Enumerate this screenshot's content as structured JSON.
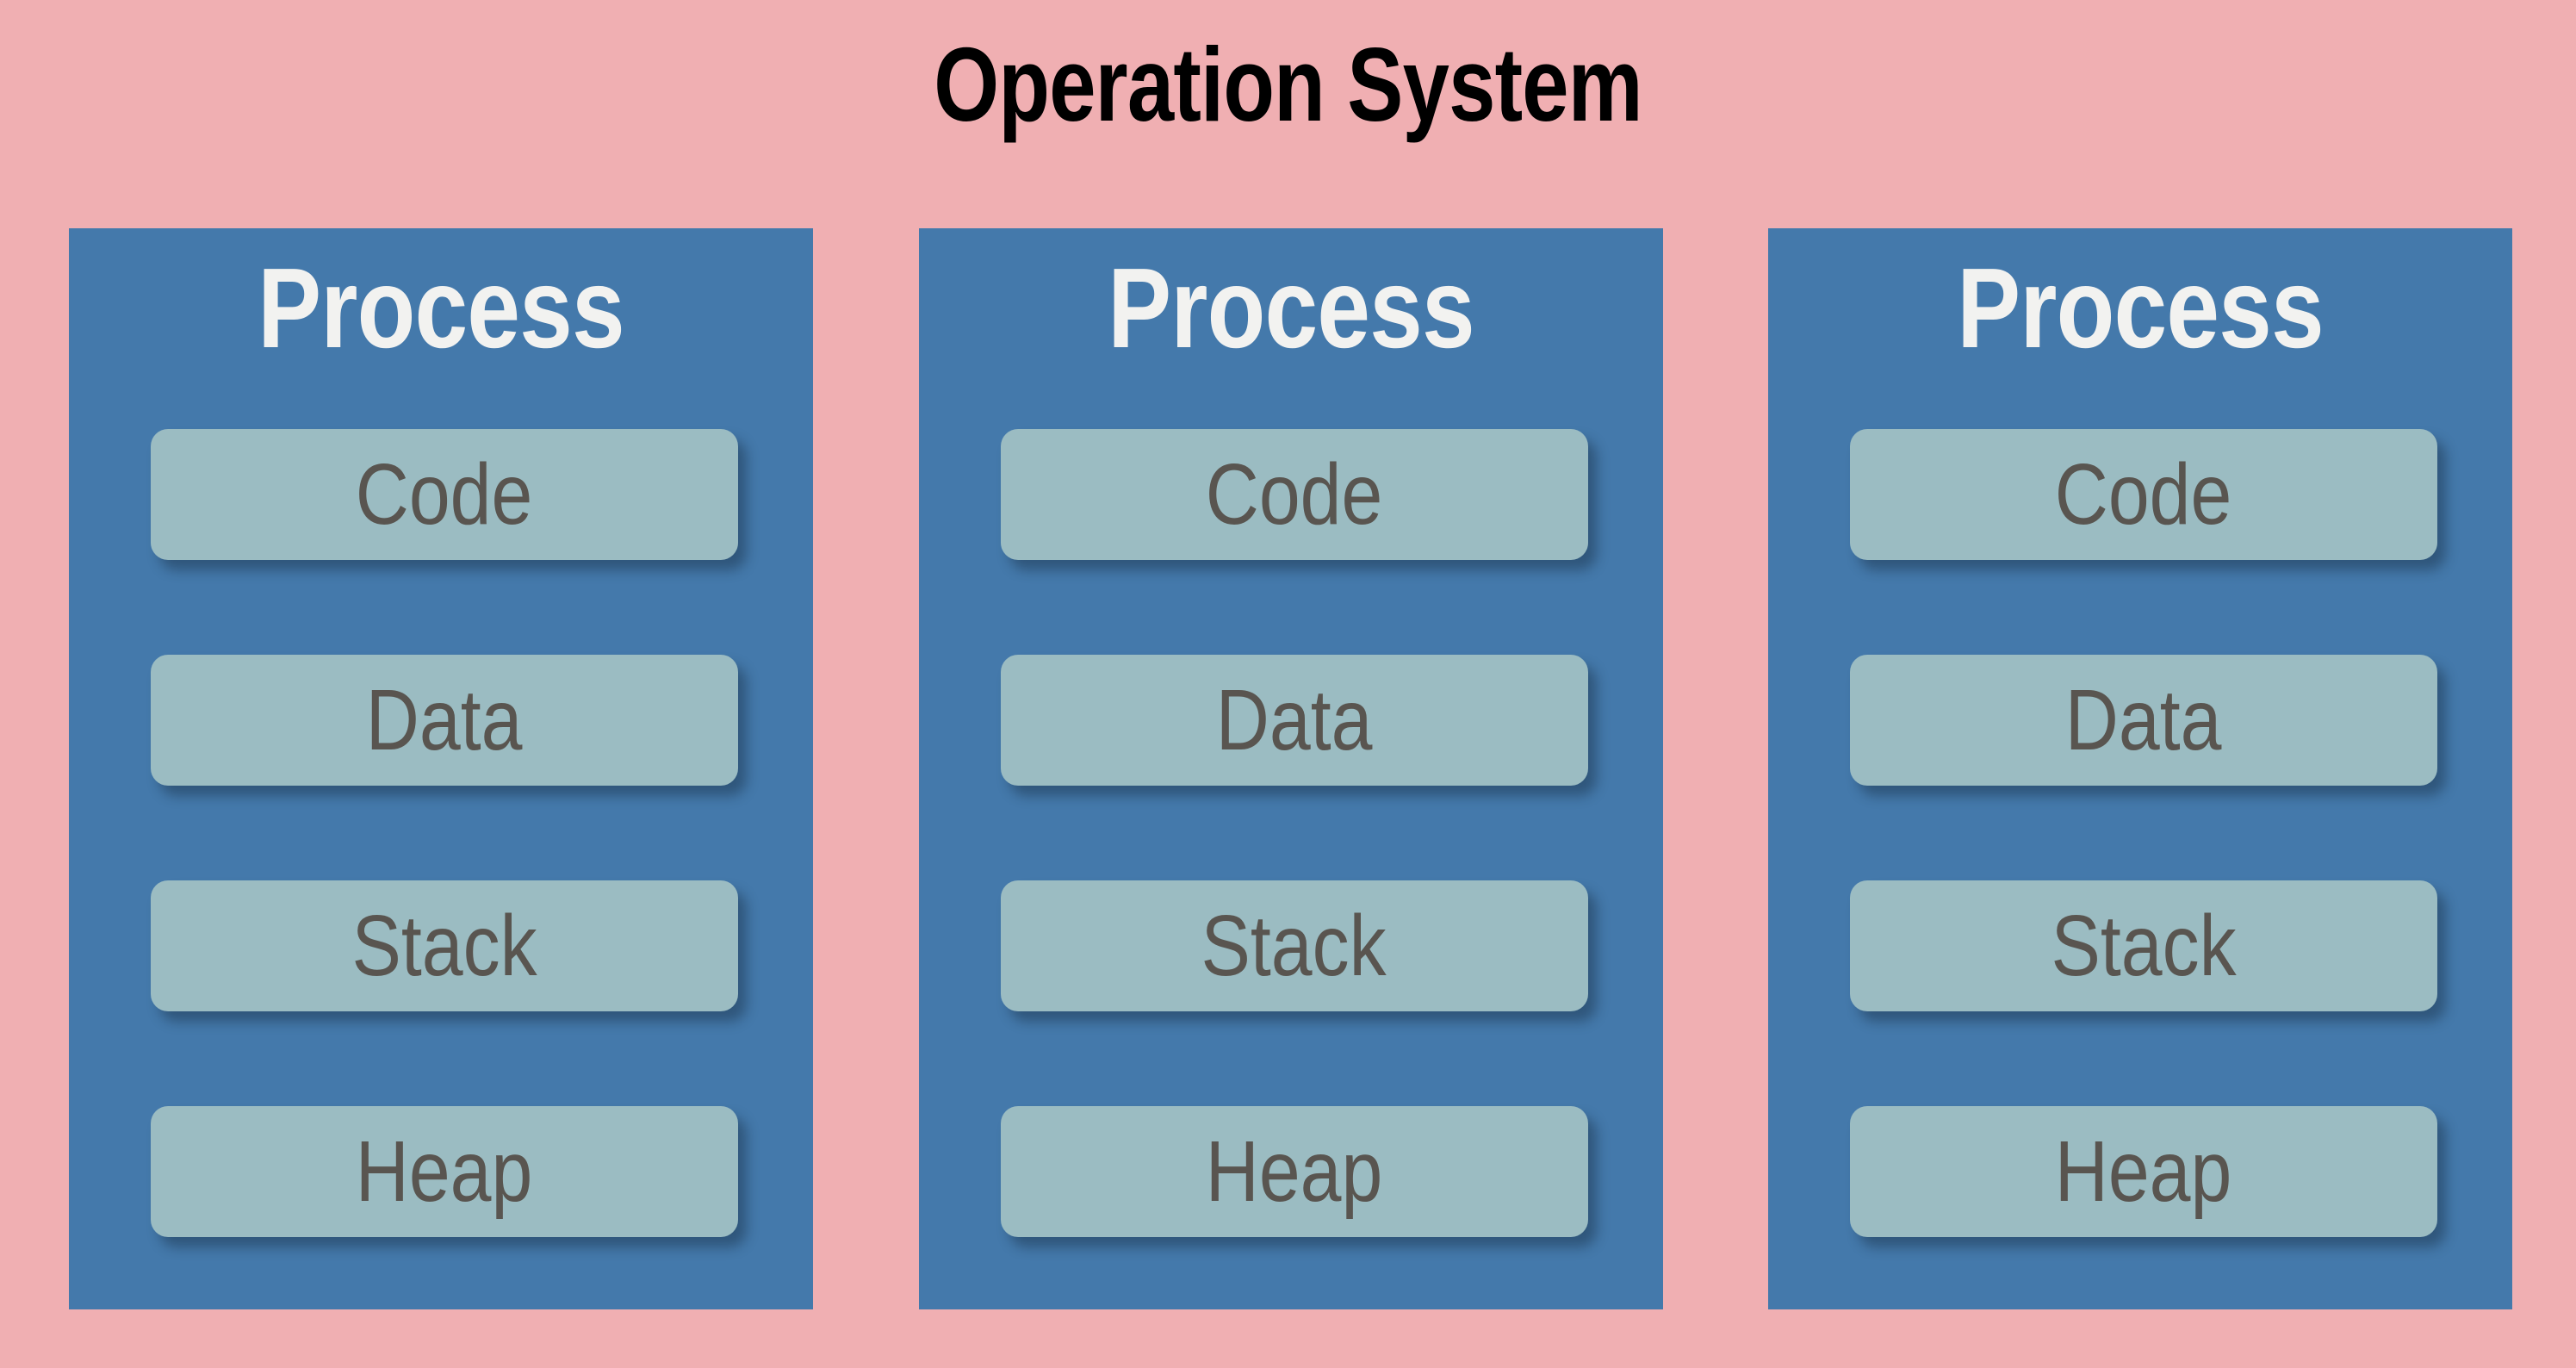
{
  "diagram": {
    "title": "Operation System",
    "background_color": "#f0afb2",
    "panel_color": "#4479ab",
    "segment_color": "#9bbcc2",
    "title_color": "#000000",
    "panel_heading_color": "#f2f2f0",
    "segment_label_color": "#595550",
    "processes": [
      {
        "heading": "Process",
        "segments": [
          {
            "label": "Code"
          },
          {
            "label": "Data"
          },
          {
            "label": "Stack"
          },
          {
            "label": "Heap"
          }
        ]
      },
      {
        "heading": "Process",
        "segments": [
          {
            "label": "Code"
          },
          {
            "label": "Data"
          },
          {
            "label": "Stack"
          },
          {
            "label": "Heap"
          }
        ]
      },
      {
        "heading": "Process",
        "segments": [
          {
            "label": "Code"
          },
          {
            "label": "Data"
          },
          {
            "label": "Stack"
          },
          {
            "label": "Heap"
          }
        ]
      }
    ]
  }
}
